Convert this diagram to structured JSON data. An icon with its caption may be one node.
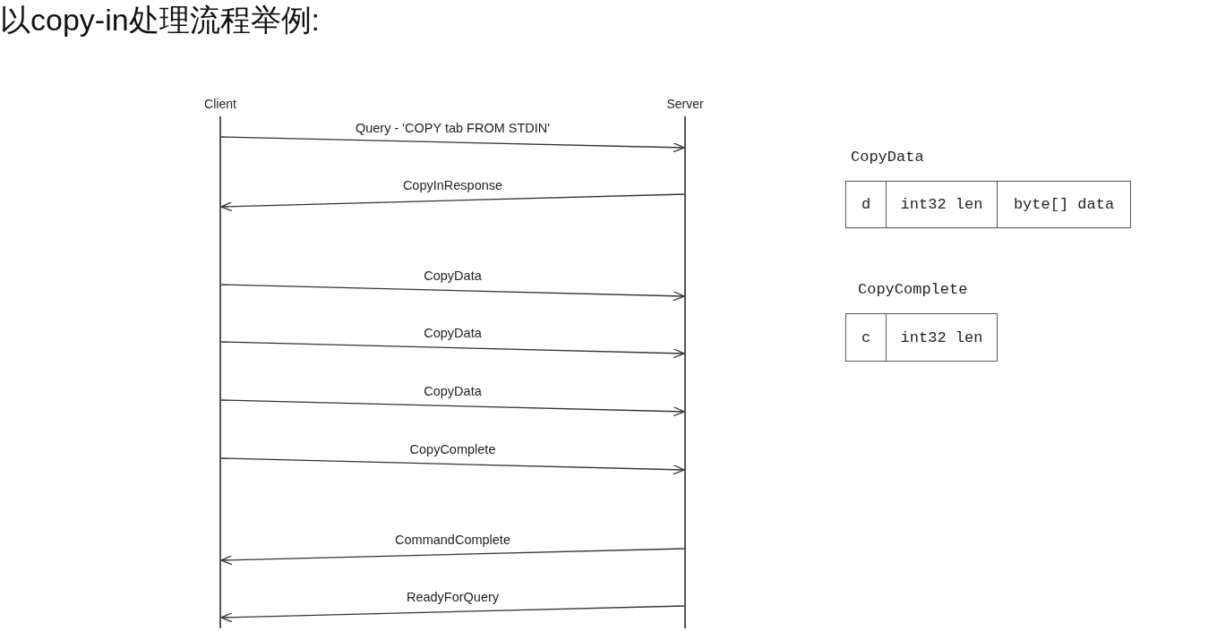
{
  "diagram": {
    "title": "以copy-in处理流程举例:",
    "nodes": [
      {
        "text": [
          "Client"
        ]
      },
      {
        "text": [
          "Server"
        ]
      }
    ],
    "edges": [
      {
        "from": 0,
        "to": 1,
        "arrow": "to",
        "label": "Query - 'COPY tab FROM STDIN'"
      },
      {
        "from": 1,
        "to": 0,
        "arrow": "to",
        "label": "CopyInResponse"
      },
      {
        "from": 0,
        "to": 1,
        "arrow": "to",
        "label": "CopyData"
      },
      {
        "from": 0,
        "to": 1,
        "arrow": "to",
        "label": "CopyData"
      },
      {
        "from": 0,
        "to": 1,
        "arrow": "to",
        "label": "CopyData"
      },
      {
        "from": 0,
        "to": 1,
        "arrow": "to",
        "label": "CopyComplete"
      },
      {
        "from": 1,
        "to": 0,
        "arrow": "to",
        "label": "CommandComplete"
      },
      {
        "from": 1,
        "to": 0,
        "arrow": "to",
        "label": "ReadyForQuery"
      }
    ],
    "labels": [
      "CopyData",
      "d",
      "int32 len",
      "byte[] data",
      "CopyComplete",
      "c",
      "int32 len"
    ]
  }
}
